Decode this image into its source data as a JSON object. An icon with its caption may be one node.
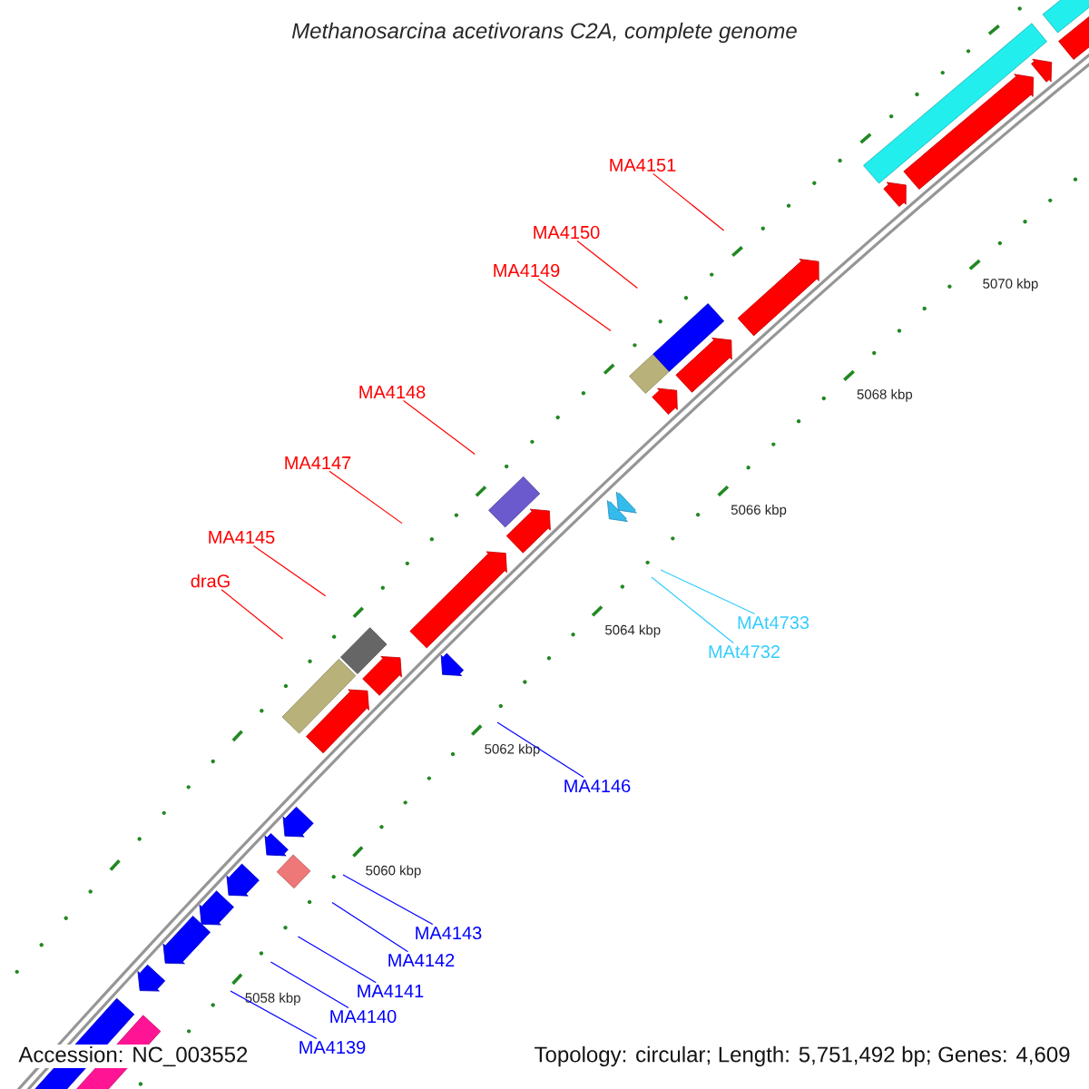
{
  "diagram": {
    "title": "Methanosarcina acetivorans C2A, complete genome",
    "nodes": [
      {
        "text": [
          "MA4151"
        ]
      },
      {
        "text": [
          "MA4150"
        ]
      },
      {
        "text": [
          "MA4149"
        ]
      },
      {
        "text": [
          "MA4148"
        ]
      },
      {
        "text": [
          "MA4147"
        ]
      },
      {
        "text": [
          "MA4145"
        ]
      },
      {
        "text": [
          "draG"
        ]
      },
      {
        "text": [
          "MAt4733"
        ]
      },
      {
        "text": [
          "MAt4732"
        ]
      },
      {
        "text": [
          "MA4146"
        ]
      },
      {
        "text": [
          "MA4143"
        ]
      },
      {
        "text": [
          "MA4142"
        ]
      },
      {
        "text": [
          "MA4141"
        ]
      },
      {
        "text": [
          "MA4140"
        ]
      },
      {
        "text": [
          "MA4139"
        ]
      }
    ],
    "edges": [
      {
        "from": 0,
        "to": null,
        "arrow": "none"
      },
      {
        "from": 1,
        "to": null,
        "arrow": "none"
      },
      {
        "from": 2,
        "to": null,
        "arrow": "none"
      },
      {
        "from": 3,
        "to": null,
        "arrow": "none"
      },
      {
        "from": 4,
        "to": null,
        "arrow": "none"
      },
      {
        "from": 5,
        "to": null,
        "arrow": "none"
      },
      {
        "from": 6,
        "to": null,
        "arrow": "none"
      },
      {
        "from": 7,
        "to": null,
        "arrow": "none",
        "color": "#33ccff"
      },
      {
        "from": 8,
        "to": null,
        "arrow": "none",
        "color": "#33ccff"
      },
      {
        "from": 9,
        "to": null,
        "arrow": "none",
        "color": "#0000ff"
      },
      {
        "from": 10,
        "to": null,
        "arrow": "none",
        "color": "#0000ff"
      },
      {
        "from": 11,
        "to": null,
        "arrow": "none",
        "color": "#0000ff"
      },
      {
        "from": 12,
        "to": null,
        "arrow": "none",
        "color": "#0000ff"
      },
      {
        "from": 13,
        "to": null,
        "arrow": "none",
        "color": "#0000ff"
      },
      {
        "from": 14,
        "to": null,
        "arrow": "none",
        "color": "#0000ff"
      }
    ],
    "labels": [
      "5070 kbp",
      "5068 kbp",
      "5066 kbp",
      "5064 kbp",
      "5062 kbp",
      "5060 kbp",
      "5058 kbp",
      "Accession: NC_003552",
      "Topology: circular; Length: 5,751,492 bp; Genes: 4,609"
    ]
  }
}
